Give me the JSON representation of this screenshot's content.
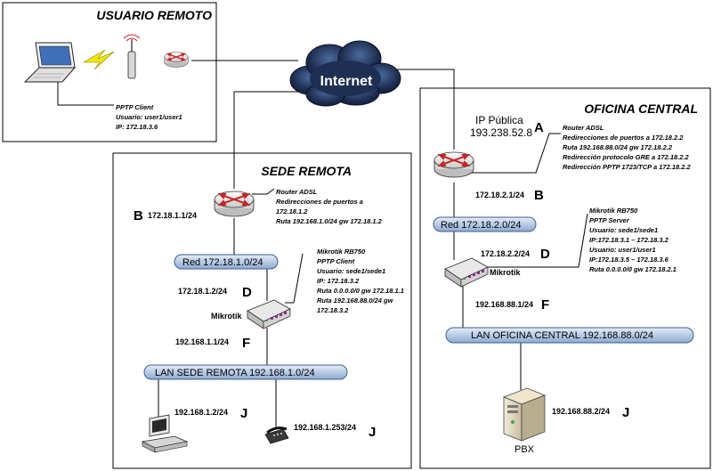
{
  "sections": {
    "usuario_remoto": "USUARIO REMOTO",
    "sede_remota": "SEDE REMOTA",
    "oficina_central": "OFICINA CENTRAL"
  },
  "internet_label": "Internet",
  "remote_user": {
    "notes": [
      "PPTP Client",
      "Usuario: user1/user1",
      "IP: 172.18.3.6"
    ]
  },
  "central": {
    "ip_publica_label": "IP Pública",
    "ip_publica_value": "193.238.52.8",
    "router_notes": [
      "Router ADSL",
      "Redirecciones de puertos a 172.18.2.2",
      "Ruta 192.168.88.0/24 gw 172.18.2.2",
      "Redirección protocolo GRE a 172.18.2.2",
      "Redirección PPTP 1723/TCP a 172.18.2.2"
    ],
    "router_lan_ip": "172.18.2.1/24",
    "red_bus": "Red 172.18.2.0/24",
    "mikrotik_wan_ip": "172.18.2.2/24",
    "mikrotik_label": "Mikrotik",
    "mikrotik_notes": [
      "Mikrotik RB750",
      "PPTP Server",
      "Usuario: sede1/sede1",
      "IP:172.18.3.1 – 172.18.3.2",
      "Usuario: user1/user1",
      "IP:172.18.3.5 – 172.18.3.6",
      "Ruta 0.0.0.0/0 gw 172.18.2.1"
    ],
    "mikrotik_lan_ip": "192.168.88.1/24",
    "lan_bus": "LAN OFICINA CENTRAL 192.168.88.0/24",
    "pbx_ip": "192.168.88.2/24",
    "pbx_label": "PBX"
  },
  "sede": {
    "router_notes": [
      "Router ADSL",
      "Redirecciones de puertos a",
      "172.18.1.2",
      "Ruta 192.168.1.0/24 gw 172.18.1.2"
    ],
    "router_lan_ip": "172.18.1.1/24",
    "red_bus": "Red 172.18.1.0/24",
    "mikrotik_wan_ip": "172.18.1.2/24",
    "mikrotik_label": "Mikrotik",
    "mikrotik_notes": [
      "Mikrotik RB750",
      "PPTP Client",
      "Usuario: sede1/sede1",
      "IP: 172.18.3.2",
      "Ruta 0.0.0.0/0 gw 172.18.1.1",
      "Ruta 192.168.88.0/24 gw",
      "172.18.3.2"
    ],
    "mikrotik_lan_ip": "192.168.1.1/24",
    "lan_bus": "LAN SEDE REMOTA 192.168.1.0/24",
    "pc_ip": "192.168.1.2/24",
    "phone_ip": "192.168.1.253/24"
  },
  "letters": {
    "A": "A",
    "B": "B",
    "D": "D",
    "F": "F",
    "J": "J"
  },
  "colors": {
    "bus_fill": "#c5d5ea",
    "bus_stroke": "#3d5f8f",
    "cloud": "#1f2f52",
    "lightning": "#f2e600",
    "router_arrows": "#c62828"
  }
}
